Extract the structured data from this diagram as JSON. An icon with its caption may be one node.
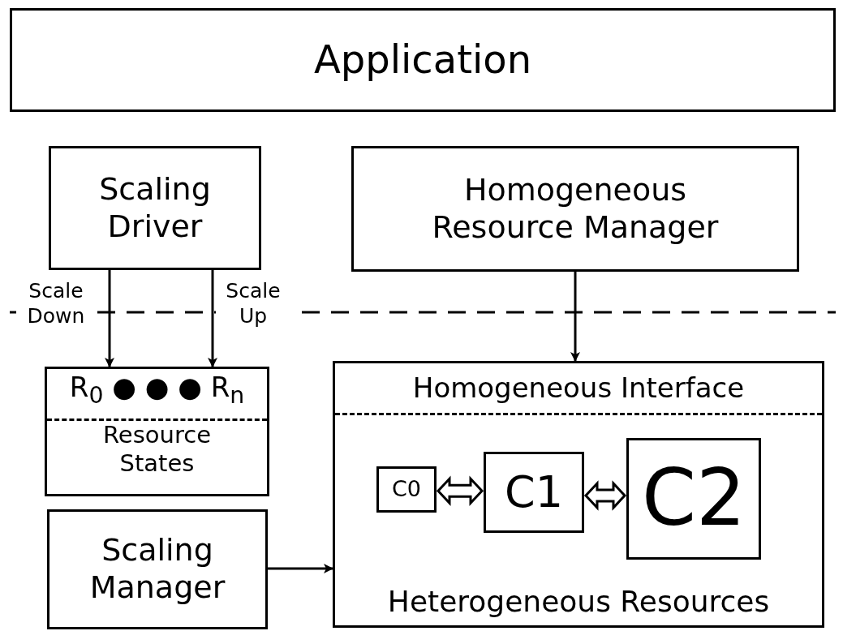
{
  "diagram": {
    "nodes": [
      {
        "text": [
          "Application"
        ]
      },
      {
        "text": [
          "Scaling Driver"
        ]
      },
      {
        "text": [
          "Homogeneous Resource Manager"
        ]
      },
      {
        "text": [
          "R$_{0}$ ● ● ● R$_{n}$",
          "Resource States"
        ]
      },
      {
        "text": [
          "Scaling Manager"
        ]
      },
      {
        "text": [
          "Homogeneous Interface",
          "Heterogeneous Resources"
        ]
      },
      {
        "text": [
          "C0"
        ],
        "in": 5
      },
      {
        "text": [
          "C1"
        ],
        "in": 5
      },
      {
        "text": [
          "C2"
        ],
        "in": 5
      }
    ],
    "edges": [
      {
        "from": 1,
        "to": 3,
        "arrow": "to",
        "label": "Scale Down"
      },
      {
        "from": 1,
        "to": 3,
        "arrow": "to",
        "label": "Scale Up"
      },
      {
        "from": 2,
        "to": 5,
        "arrow": "to"
      },
      {
        "from": 4,
        "to": 5,
        "arrow": "to"
      },
      {
        "from": 6,
        "to": 7,
        "arrow": "both",
        "style": "thick"
      },
      {
        "from": 7,
        "to": 8,
        "arrow": "both",
        "style": "thick"
      }
    ]
  }
}
